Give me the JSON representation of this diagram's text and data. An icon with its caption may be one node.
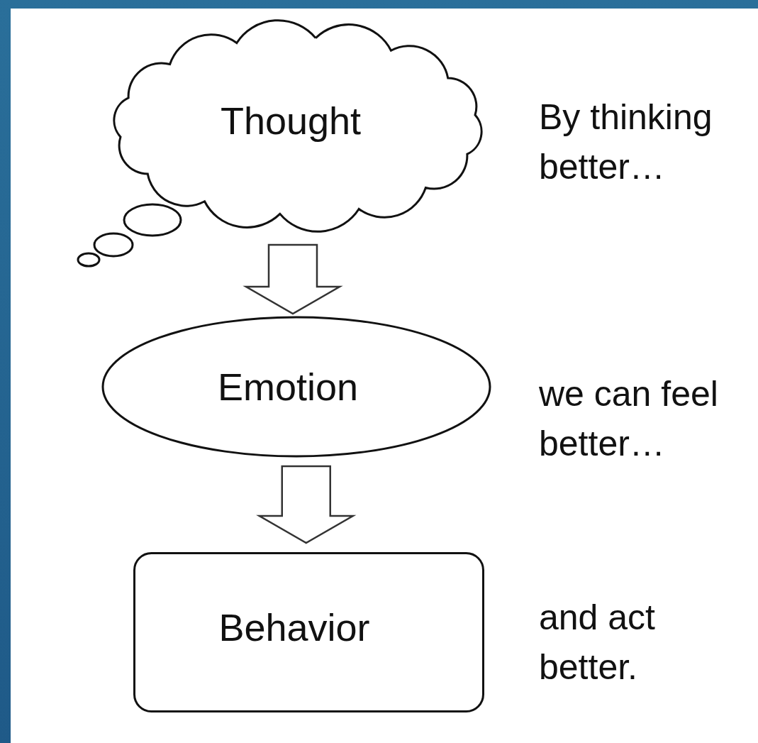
{
  "diagram": {
    "nodes": [
      {
        "text": [
          "Thought"
        ],
        "beside": [
          "By thinking better…"
        ]
      },
      {
        "text": [
          "Emotion"
        ],
        "beside": [
          "we can feel better…"
        ]
      },
      {
        "text": [
          "Behavior"
        ],
        "beside": [
          "and act better."
        ]
      }
    ],
    "edges": [
      {
        "from": 0,
        "to": 1,
        "arrow": "to"
      },
      {
        "from": 1,
        "to": 2,
        "arrow": "to"
      }
    ]
  }
}
